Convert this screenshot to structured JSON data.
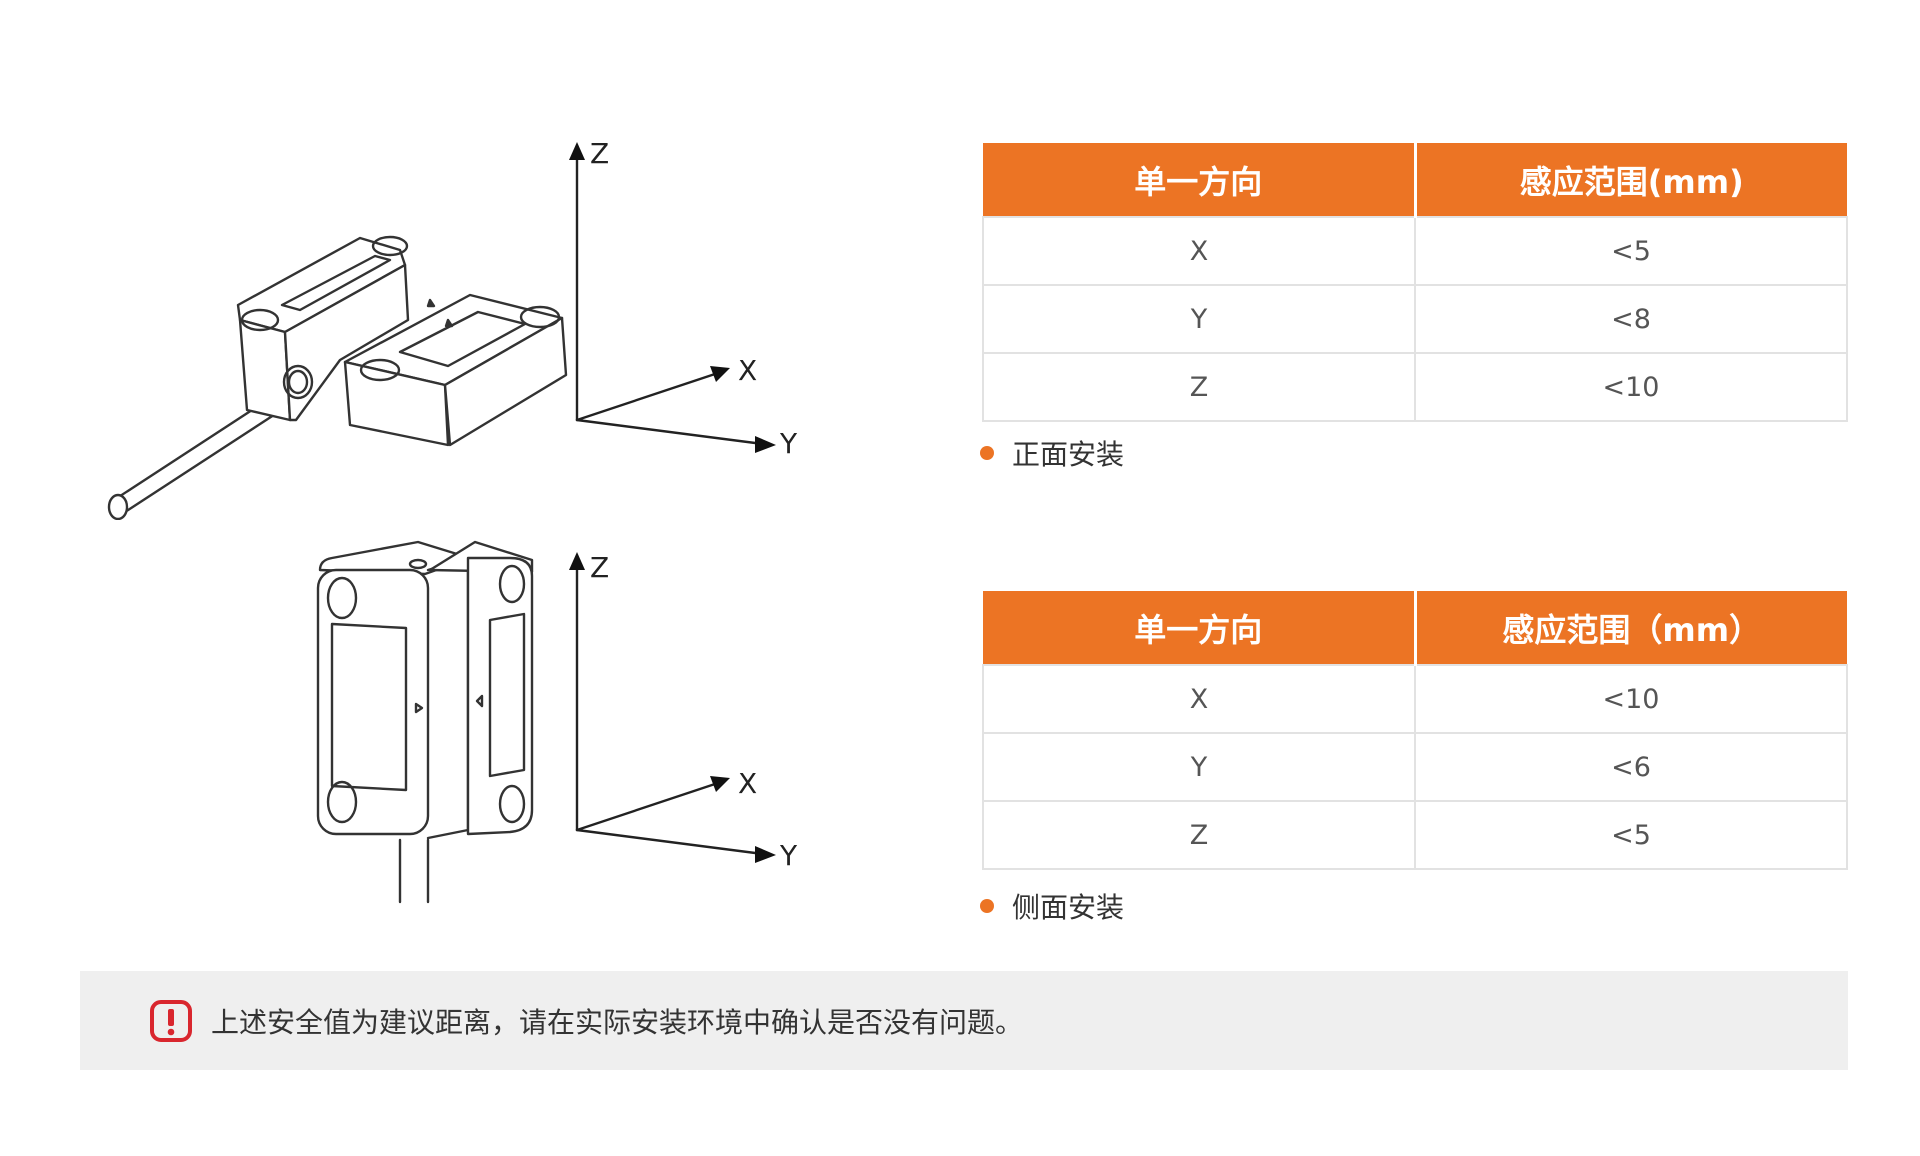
{
  "tables": [
    {
      "header": [
        "单一方向",
        "感应范围(mm)"
      ],
      "rows": [
        [
          "X",
          "<5"
        ],
        [
          "Y",
          "<8"
        ],
        [
          "Z",
          "<10"
        ]
      ],
      "caption": "正面安装"
    },
    {
      "header": [
        "单一方向",
        "感应范围（mm）"
      ],
      "rows": [
        [
          "X",
          "<10"
        ],
        [
          "Y",
          "<6"
        ],
        [
          "Z",
          "<5"
        ]
      ],
      "caption": "侧面安装"
    }
  ],
  "axes": {
    "top": {
      "z": "Z",
      "x": "X",
      "y": "Y"
    },
    "bottom": {
      "z": "Z",
      "x": "X",
      "y": "Y"
    }
  },
  "notice": {
    "icon": "exclamation-icon",
    "text": "上述安全值为建议距离，请在实际安装环境中确认是否没有问题。"
  },
  "colors": {
    "accent": "#ec7424",
    "notice_bg": "#efefef",
    "icon_red": "#d9262e"
  }
}
